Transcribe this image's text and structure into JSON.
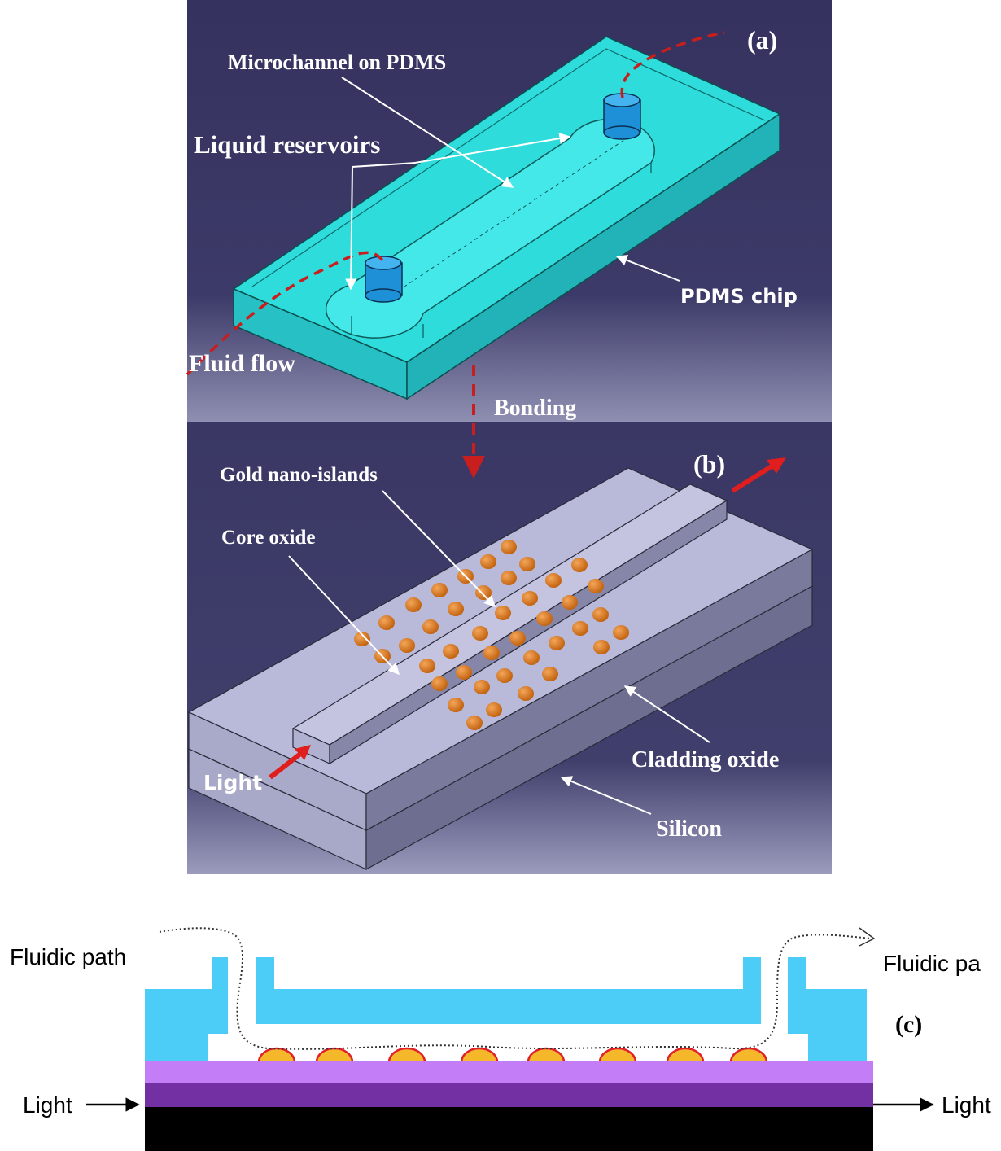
{
  "panel_a": {
    "tag": "(a)",
    "microchannel_label": "Microchannel on PDMS",
    "reservoirs_label": "Liquid  reservoirs",
    "chip_label": "PDMS chip",
    "flow_label": "Fluid  flow",
    "bonding_label": "Bonding"
  },
  "panel_b": {
    "tag": "(b)",
    "gold_label": "Gold nano-islands",
    "core_label": "Core oxide",
    "cladding_label": "Cladding oxide",
    "silicon_label": "Silicon",
    "light_label": "Light"
  },
  "panel_c": {
    "tag": "(c)",
    "fluidic_in": "Fluidic path",
    "fluidic_out": "Fluidic pa",
    "light_in": "Light",
    "light_out": "Light"
  },
  "colors": {
    "panel_bg": "#3b3864",
    "pdms": "#35e0e0",
    "reservoir": "#2f9be0",
    "flow_dashed": "#c81e1e",
    "oxide": "#b9b9d8",
    "gold": "#d9731b",
    "pdms_c": "#4fcff8",
    "cladding_c": "#c07cf5",
    "core_c": "#7230a0",
    "silicon_c": "#000000",
    "island_c": "#f5b82a",
    "island_edge": "#e0202a"
  }
}
